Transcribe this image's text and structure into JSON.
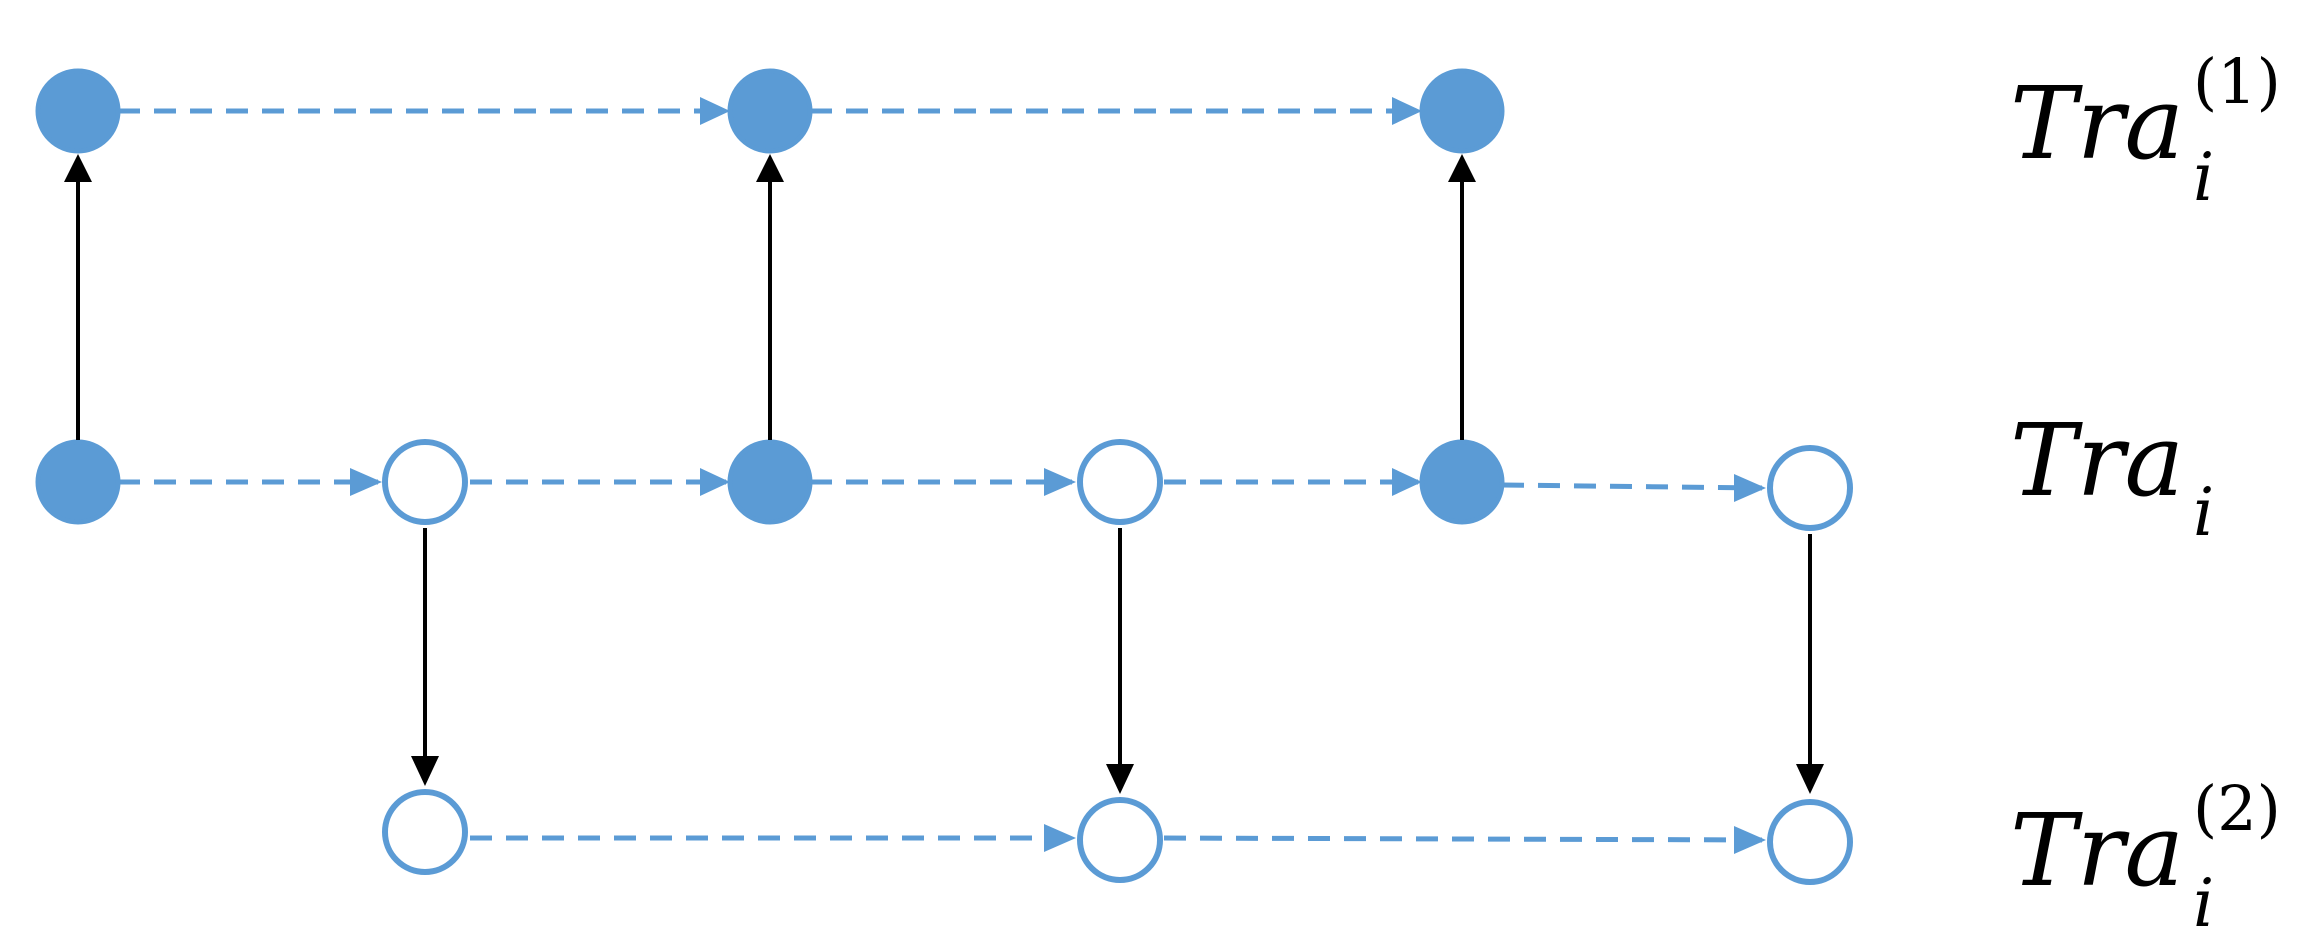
{
  "colors": {
    "filled_node": "#5B9BD5",
    "edge_dashed": "#5B9BD5",
    "edge_solid": "#000000",
    "background": "#FFFFFF"
  },
  "rows": {
    "top": {
      "label": {
        "base": "Tra",
        "subscript": "i",
        "superscript": "(1)"
      },
      "nodes": [
        "filled",
        "filled",
        "filled"
      ]
    },
    "middle": {
      "label": {
        "base": "Tra",
        "subscript": "i",
        "superscript": ""
      },
      "nodes": [
        "filled",
        "hollow",
        "filled",
        "hollow",
        "filled",
        "hollow"
      ]
    },
    "bottom": {
      "label": {
        "base": "Tra",
        "subscript": "i",
        "superscript": "(2)"
      },
      "nodes": [
        "hollow",
        "hollow",
        "hollow"
      ]
    }
  }
}
